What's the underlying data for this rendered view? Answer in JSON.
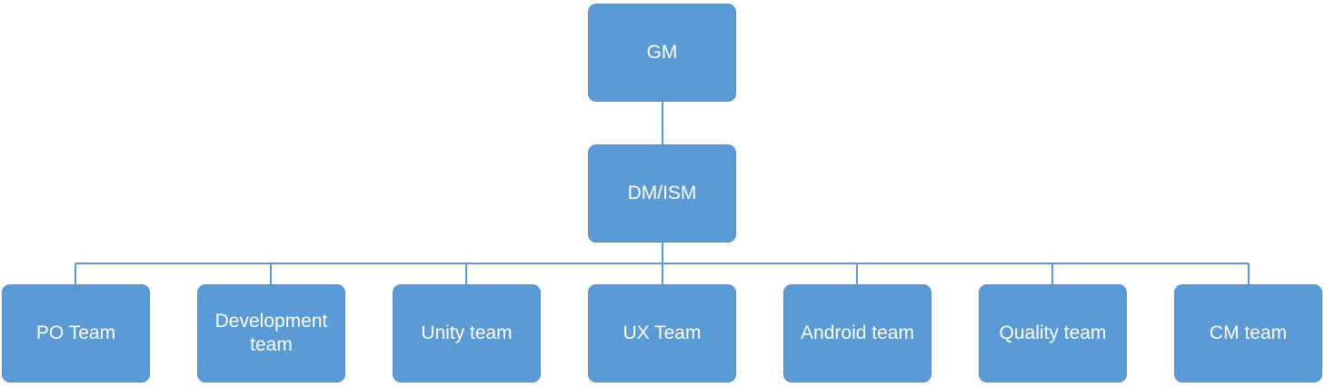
{
  "diagram": {
    "root": {
      "label": "GM"
    },
    "manager": {
      "label": "DM/ISM"
    },
    "teams": [
      {
        "label": "PO Team"
      },
      {
        "label": "Development team"
      },
      {
        "label": "Unity team"
      },
      {
        "label": "UX Team"
      },
      {
        "label": "Android team"
      },
      {
        "label": "Quality team"
      },
      {
        "label": "CM team"
      }
    ],
    "colors": {
      "box_fill": "#5b9bd5",
      "box_text": "#ffffff",
      "connector": "#5b9bd5"
    }
  }
}
